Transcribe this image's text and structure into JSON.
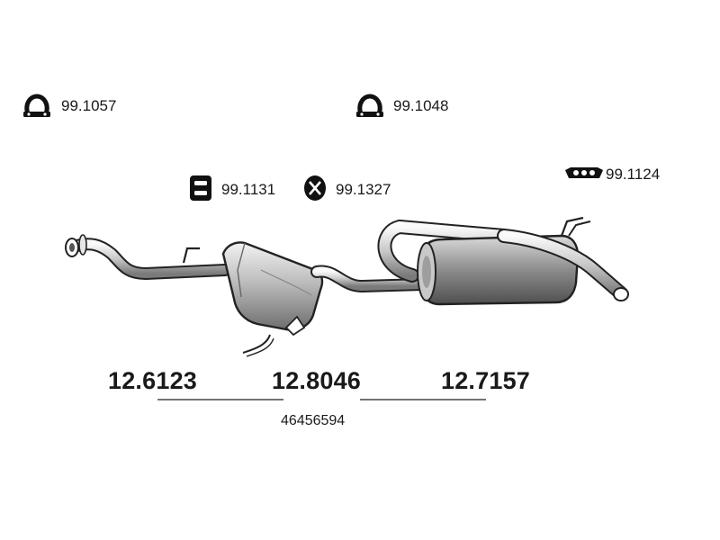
{
  "accessories": [
    {
      "code": "99.1057",
      "icon": "clamp-icon"
    },
    {
      "code": "99.1048",
      "icon": "clamp-icon"
    },
    {
      "code": "99.1131",
      "icon": "rubber-hanger-icon"
    },
    {
      "code": "99.1327",
      "icon": "rubber-ring-icon"
    },
    {
      "code": "99.1124",
      "icon": "mounting-strap-icon"
    }
  ],
  "parts": [
    {
      "code": "12.6123",
      "name": "front pipe"
    },
    {
      "code": "12.8046",
      "name": "middle silencer"
    },
    {
      "code": "12.7157",
      "name": "rear silencer"
    }
  ],
  "set_number": "46456594",
  "colors": {
    "line": "#222222",
    "shade": "#9a9a9a",
    "light": "#d8d8d8"
  }
}
